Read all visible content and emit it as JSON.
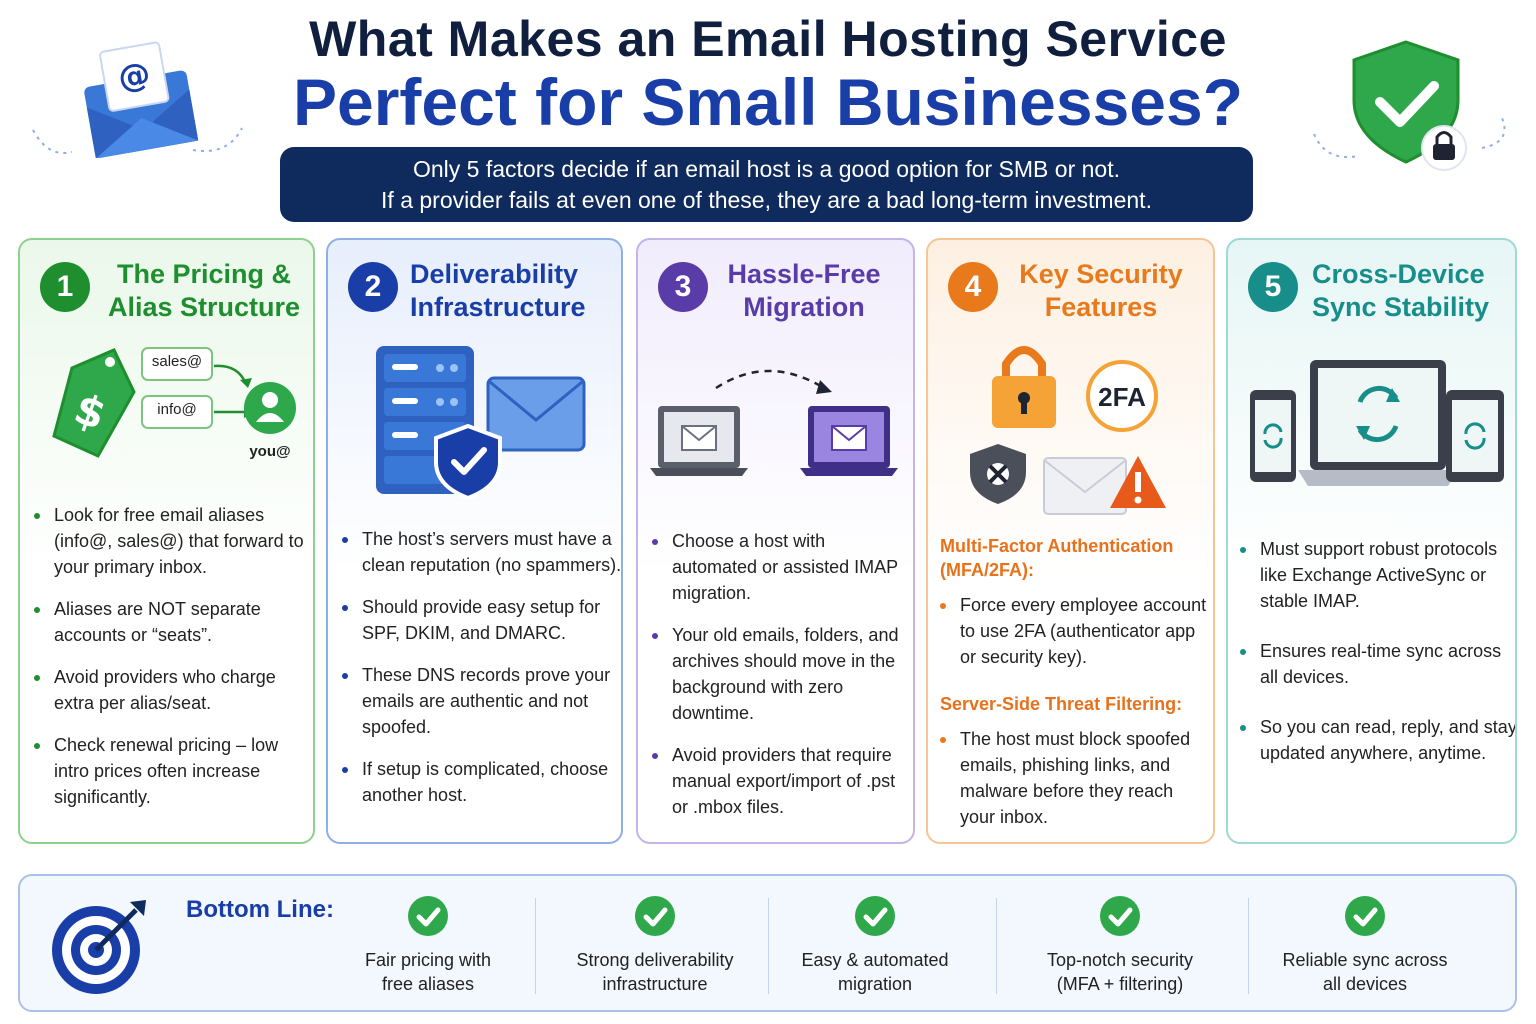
{
  "title": {
    "line1": "What Makes an Email Hosting Service",
    "line2": "Perfect for Small Businesses?"
  },
  "subtitle": {
    "line1": "Only 5 factors decide if an email host is a good option for SMB or not.",
    "line2": "If a provider fails at even one of these, they are a bad long-term investment."
  },
  "colors": {
    "green": "#1e8e2f",
    "blue": "#1a3ea8",
    "purple": "#5a3ca8",
    "orange": "#e87a1c",
    "teal": "#178e8a",
    "navy": "#0f2a5c"
  },
  "cards": [
    {
      "num": "1",
      "title1": "The Pricing &",
      "title2": "Alias Structure",
      "illus": {
        "tag1": "sales@",
        "tag2": "info@",
        "user": "you@",
        "icons": [
          "dollar-tag-icon",
          "user-icon"
        ]
      },
      "bullets": [
        "Look for free email aliases (info@, sales@) that forward to your primary inbox.",
        "Aliases are NOT separate accounts or “seats”.",
        "Avoid providers who charge extra per alias/seat.",
        "Check renewal pricing – low intro prices often increase significantly."
      ]
    },
    {
      "num": "2",
      "title1": "Deliverability",
      "title2": "Infrastructure",
      "illus": {
        "icons": [
          "server-icon",
          "shield-check-icon",
          "envelope-icon"
        ]
      },
      "bullets": [
        "The host’s servers must have a clean reputation (no spammers).",
        "Should provide easy setup for SPF, DKIM, and DMARC.",
        "These DNS records prove your emails are authentic and not spoofed.",
        "If setup is complicated, choose another host."
      ]
    },
    {
      "num": "3",
      "title1": "Hassle-Free",
      "title2": "Migration",
      "illus": {
        "icons": [
          "laptop-old-icon",
          "arrow-icon",
          "laptop-new-icon"
        ]
      },
      "bullets": [
        "Choose a host with automated or assisted IMAP migration.",
        "Your old emails, folders, and archives should move in the background with zero downtime.",
        "Avoid providers that require manual export/import of .pst or .mbox files."
      ]
    },
    {
      "num": "4",
      "title1": "Key Security",
      "title2": "Features",
      "illus": {
        "badge": "2FA",
        "icons": [
          "padlock-icon",
          "virus-shield-icon",
          "envelope-warning-icon"
        ]
      },
      "sections": [
        {
          "heading1": "Multi-Factor Authentication",
          "heading2": "(MFA/2FA):",
          "bullets": [
            "Force every employee account to use 2FA (authenticator app or security key)."
          ]
        },
        {
          "heading1": "Server-Side Threat Filtering:",
          "heading2": "",
          "bullets": [
            "The host must block spoofed emails, phishing links, and malware before they reach your inbox."
          ]
        }
      ]
    },
    {
      "num": "5",
      "title1": "Cross-Device",
      "title2": "Sync Stability",
      "illus": {
        "icons": [
          "laptop-sync-icon",
          "phone-sync-icon",
          "tablet-sync-icon"
        ]
      },
      "bullets": [
        "Must support robust protocols like Exchange ActiveSync or stable IMAP.",
        "Ensures real-time sync across all devices.",
        "So you can read, reply, and stay updated anywhere, anytime."
      ]
    }
  ],
  "bottom": {
    "title": "Bottom Line:",
    "items": [
      {
        "line1": "Fair pricing with",
        "line2": "free aliases"
      },
      {
        "line1": "Strong deliverability",
        "line2": "infrastructure"
      },
      {
        "line1": "Easy & automated",
        "line2": "migration"
      },
      {
        "line1": "Top-notch security",
        "line2": "(MFA + filtering)"
      },
      {
        "line1": "Reliable sync across",
        "line2": "all devices"
      }
    ]
  }
}
